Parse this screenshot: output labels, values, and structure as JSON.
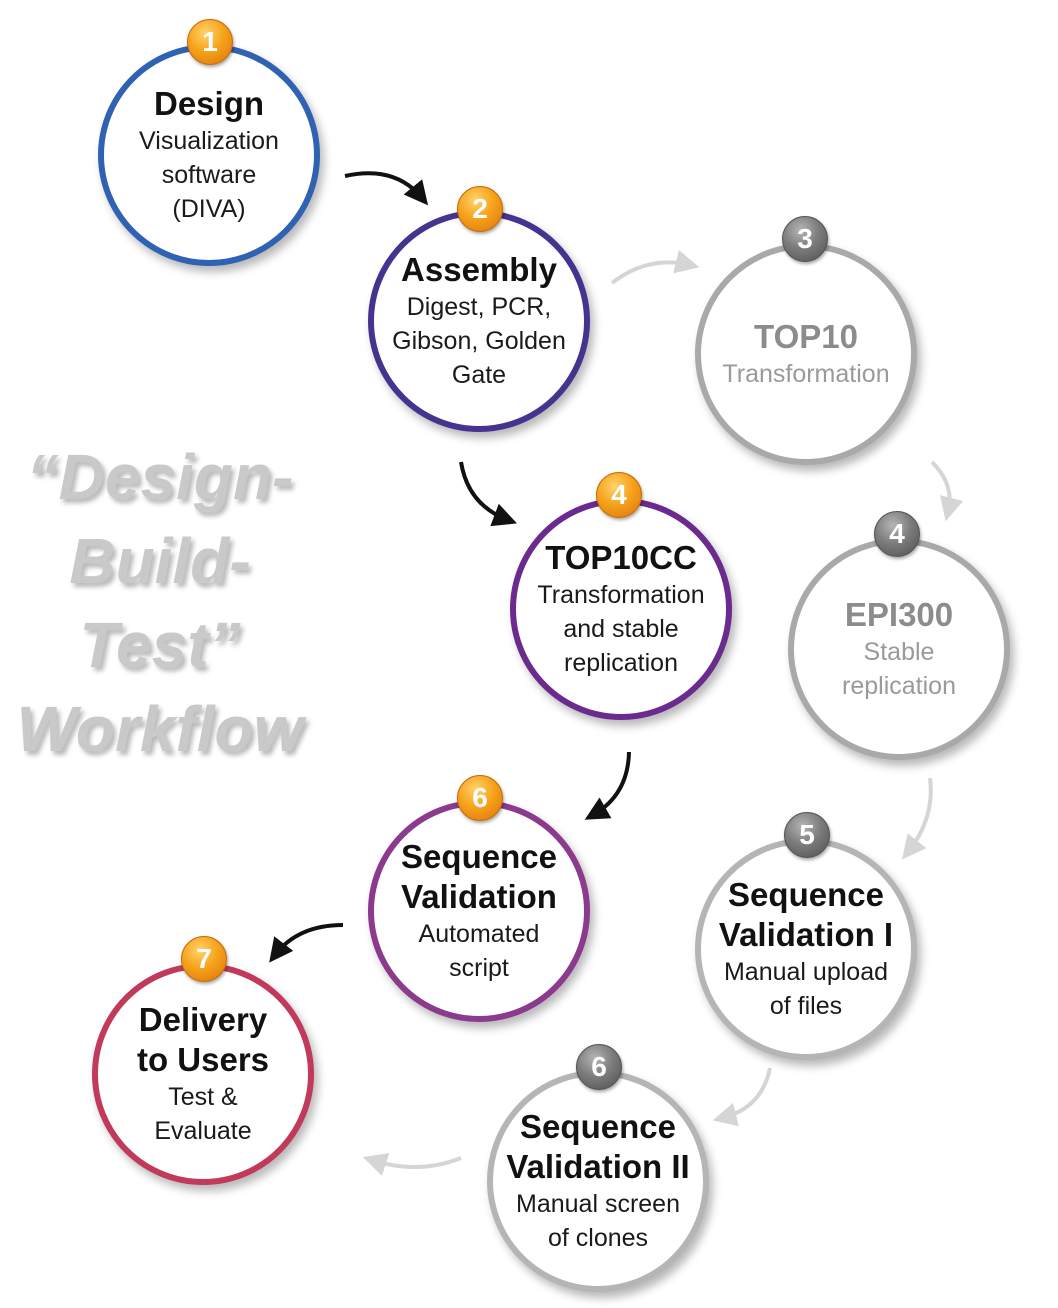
{
  "title_lines": [
    "“Design-",
    "Build-",
    "Test”",
    "Workflow"
  ],
  "steps": [
    {
      "badge": "1",
      "title": "Design",
      "sub": [
        "Visualization",
        "software",
        "(DIVA)"
      ],
      "ring": "#2f62b3",
      "badge_color": "orange",
      "muted": false
    },
    {
      "badge": "2",
      "title": "Assembly",
      "sub": [
        "Digest, PCR,",
        "Gibson, Golden",
        "Gate"
      ],
      "ring": "#46338f",
      "badge_color": "orange",
      "muted": false
    },
    {
      "badge": "3",
      "title": "TOP10",
      "sub": [
        "Transformation"
      ],
      "ring": "#a9a9a9",
      "badge_color": "gray",
      "muted": true
    },
    {
      "badge": "4",
      "title": "TOP10CC",
      "sub": [
        "Transformation",
        "and stable",
        "replication"
      ],
      "ring": "#6a2a8e",
      "badge_color": "orange",
      "muted": false
    },
    {
      "badge": "4",
      "title": "EPI300",
      "sub": [
        "Stable",
        "replication"
      ],
      "ring": "#a9a9a9",
      "badge_color": "gray",
      "muted": true
    },
    {
      "badge": "6",
      "title": "Sequence Validation",
      "sub": [
        "Automated",
        "script"
      ],
      "ring": "#8b3a8e",
      "badge_color": "orange",
      "muted": false
    },
    {
      "badge": "5",
      "title": "Sequence Validation I",
      "sub": [
        "Manual upload",
        "of files"
      ],
      "ring": "#b5b5b5",
      "badge_color": "gray",
      "muted": false
    },
    {
      "badge": "7",
      "title": "Delivery to Users",
      "sub": [
        "Test &",
        "Evaluate"
      ],
      "ring": "#c23a5b",
      "badge_color": "orange",
      "muted": false
    },
    {
      "badge": "6",
      "title": "Sequence Validation II",
      "sub": [
        "Manual screen",
        "of clones"
      ],
      "ring": "#b5b5b5",
      "badge_color": "gray",
      "muted": false
    }
  ]
}
